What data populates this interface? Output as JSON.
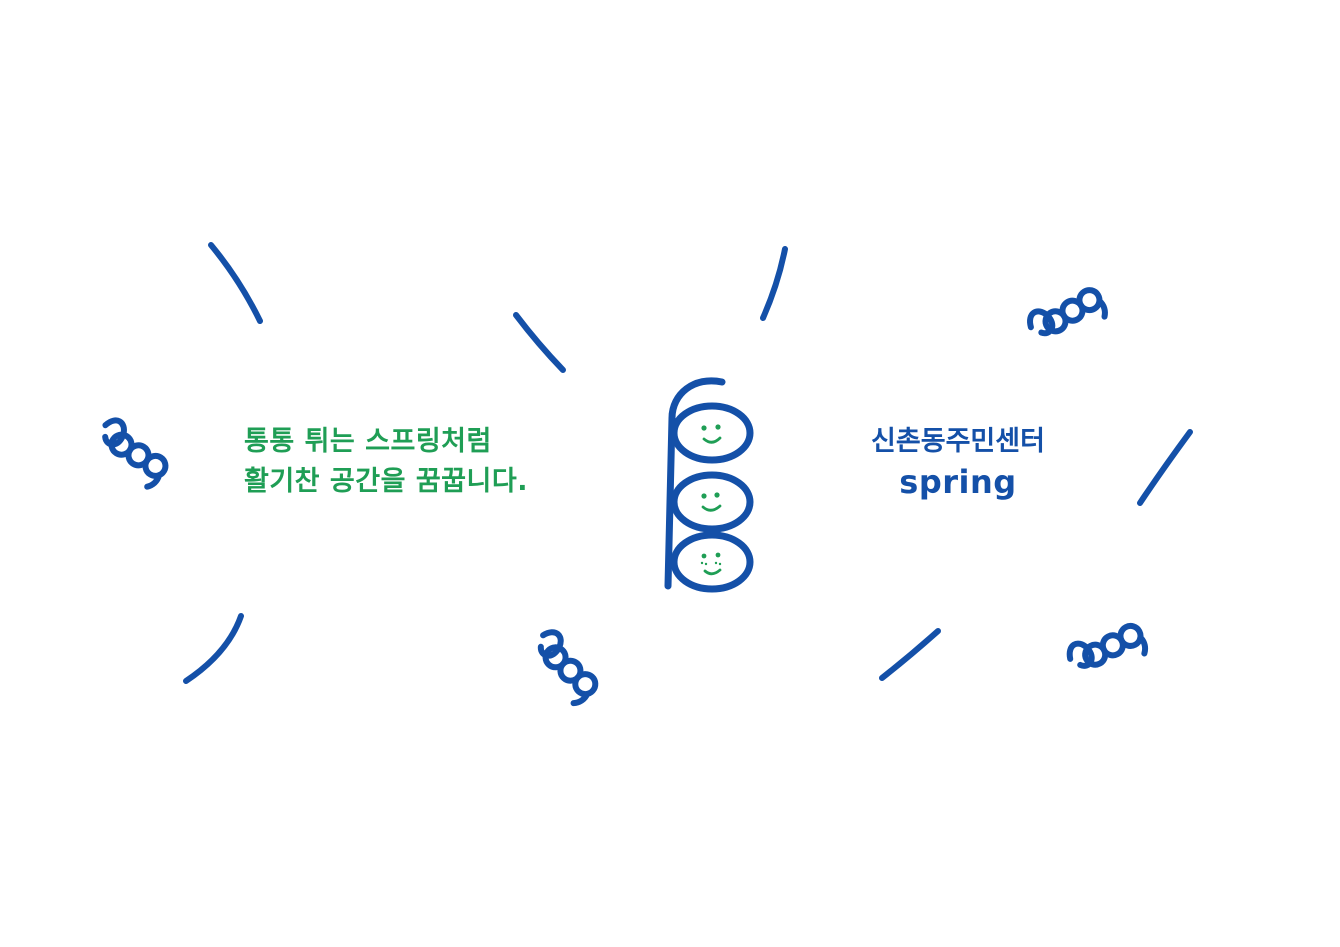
{
  "slogan": {
    "line1": "통통 튀는 스프링처럼",
    "line2": "활기찬 공간을 꿈꿉니다."
  },
  "brand": {
    "korean_name": "신촌동주민센터",
    "english_name": "spring"
  },
  "colors": {
    "blue": "#1450a8",
    "green": "#1f9e55",
    "background": "#ffffff"
  },
  "icons": [
    "spring-mascot-icon",
    "coil-spring-icon",
    "motion-stroke"
  ]
}
